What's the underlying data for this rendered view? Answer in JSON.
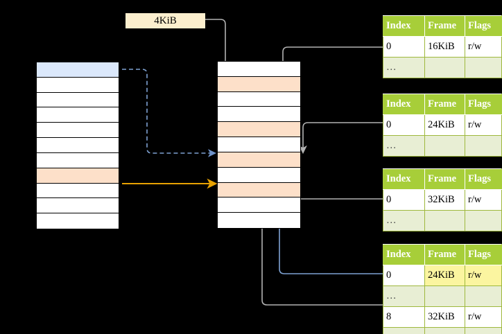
{
  "diagram": {
    "title_tag": {
      "label": "4KiB"
    },
    "left_column": {
      "name": "virtual-address-space",
      "row_count": 11,
      "rows": [
        {
          "fill": "blue",
          "label": ""
        },
        {
          "fill": "white",
          "label": ""
        },
        {
          "fill": "white",
          "label": ""
        },
        {
          "fill": "white",
          "label": ""
        },
        {
          "fill": "white",
          "label": ""
        },
        {
          "fill": "white",
          "label": ""
        },
        {
          "fill": "white",
          "label": ""
        },
        {
          "fill": "peach",
          "label": ""
        },
        {
          "fill": "white",
          "label": ""
        },
        {
          "fill": "white",
          "label": ""
        },
        {
          "fill": "white",
          "label": ""
        }
      ]
    },
    "middle_column": {
      "name": "physical-memory",
      "row_count": 11,
      "rows": [
        {
          "fill": "white",
          "label": ""
        },
        {
          "fill": "peach",
          "label": ""
        },
        {
          "fill": "white",
          "label": ""
        },
        {
          "fill": "white",
          "label": ""
        },
        {
          "fill": "peach",
          "label": ""
        },
        {
          "fill": "white",
          "label": ""
        },
        {
          "fill": "peach",
          "label": ""
        },
        {
          "fill": "white",
          "label": ""
        },
        {
          "fill": "peach",
          "label": ""
        },
        {
          "fill": "white",
          "label": ""
        },
        {
          "fill": "white",
          "label": ""
        }
      ]
    },
    "page_tables": [
      {
        "name": "page-table-level-1",
        "columns": [
          "Index",
          "Frame",
          "Flags"
        ],
        "rows": [
          {
            "cells": [
              "0",
              "16KiB",
              "r/w"
            ],
            "style": "normal",
            "highlight": []
          },
          {
            "cells": [
              "…",
              "",
              ""
            ],
            "style": "alt",
            "highlight": []
          }
        ]
      },
      {
        "name": "page-table-level-2",
        "columns": [
          "Index",
          "Frame",
          "Flags"
        ],
        "rows": [
          {
            "cells": [
              "0",
              "24KiB",
              "r/w"
            ],
            "style": "normal",
            "highlight": []
          },
          {
            "cells": [
              "…",
              "",
              ""
            ],
            "style": "alt",
            "highlight": []
          }
        ]
      },
      {
        "name": "page-table-level-3",
        "columns": [
          "Index",
          "Frame",
          "Flags"
        ],
        "rows": [
          {
            "cells": [
              "0",
              "32KiB",
              "r/w"
            ],
            "style": "normal",
            "highlight": []
          },
          {
            "cells": [
              "…",
              "",
              ""
            ],
            "style": "alt",
            "highlight": []
          }
        ]
      },
      {
        "name": "page-table-level-4",
        "columns": [
          "Index",
          "Frame",
          "Flags"
        ],
        "rows": [
          {
            "cells": [
              "0",
              "24KiB",
              "r/w"
            ],
            "style": "normal",
            "highlight": [
              1,
              2
            ]
          },
          {
            "cells": [
              "…",
              "",
              ""
            ],
            "style": "alt",
            "highlight": []
          },
          {
            "cells": [
              "8",
              "32KiB",
              "r/w"
            ],
            "style": "normal",
            "highlight": []
          },
          {
            "cells": [
              "…",
              "",
              ""
            ],
            "style": "alt",
            "highlight": []
          }
        ]
      }
    ],
    "colors": {
      "header_green": "#a7ce39",
      "alt_row_green": "#e8eed4",
      "highlight_yellow": "#fbf5a0",
      "blue_row": "#dbe8fb",
      "peach_row": "#fde0c9",
      "tag_cream": "#fcefce",
      "wire_gray": "#b3b3b3",
      "wire_blue": "#7fa3d4",
      "wire_orange": "#e8a202",
      "background": "#000000"
    }
  }
}
